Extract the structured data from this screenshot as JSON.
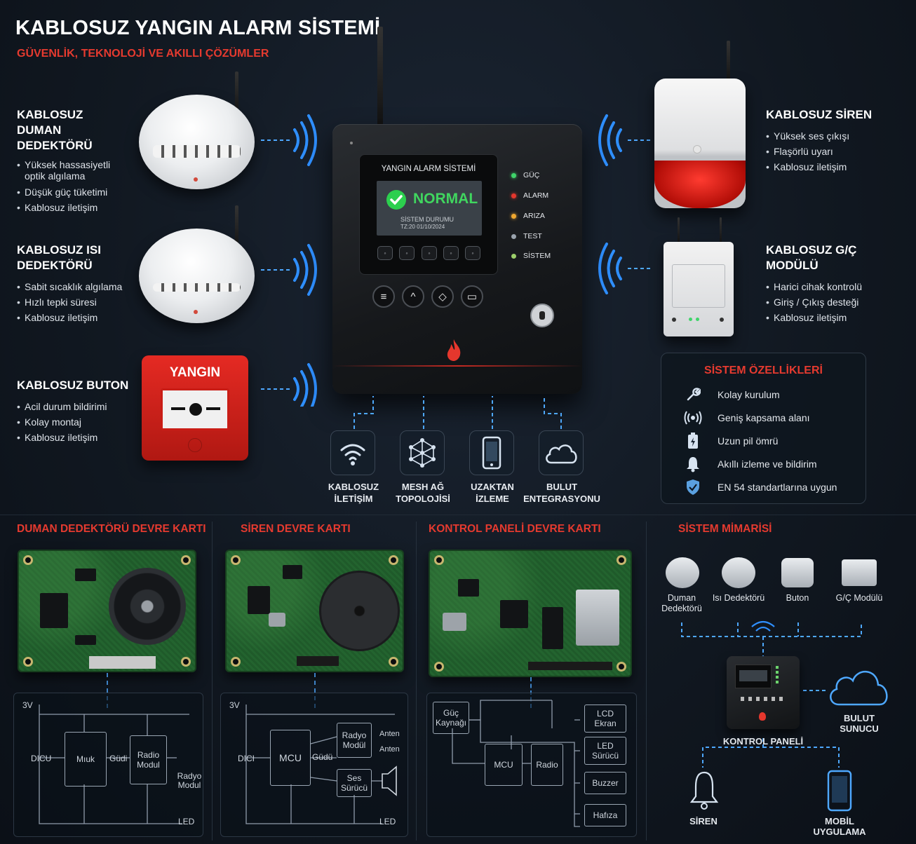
{
  "header": {
    "title": "KABLOSUZ YANGIN ALARM SİSTEMİ",
    "subtitle": "GÜVENLİK, TEKNOLOJİ VE AKILLI ÇÖZÜMLER"
  },
  "left_devices": [
    {
      "title": "KABLOSUZ DUMAN DEDEKTÖRÜ",
      "features": [
        "Yüksek hassasiyetli optik algılama",
        "Düşük güç tüketimi",
        "Kablosuz iletişim"
      ]
    },
    {
      "title": "KABLOSUZ ISI DEDEKTÖRÜ",
      "features": [
        "Sabit sıcaklık algılama",
        "Hızlı tepki süresi",
        "Kablosuz iletişim"
      ]
    },
    {
      "title": "KABLOSUZ BUTON",
      "features": [
        "Acil durum bildirimi",
        "Kolay montaj",
        "Kablosuz iletişim"
      ]
    }
  ],
  "right_devices": [
    {
      "title": "KABLOSUZ SİREN",
      "features": [
        "Yüksek ses çıkışı",
        "Flaşörlü uyarı",
        "Kablosuz iletişim"
      ]
    },
    {
      "title": "KABLOSUZ G/Ç MODÜLÜ",
      "features": [
        "Harici cihak kontrolü",
        "Giriş / Çıkış desteği",
        "Kablosuz iletişim"
      ]
    }
  ],
  "button_device": {
    "label": "YANGIN"
  },
  "panel": {
    "screen_title": "YANGIN ALARM SİSTEMİ",
    "status": "NORMAL",
    "status_sub": "SİSTEM DURUMU",
    "status_time": "TZ:20   01/10/2024",
    "leds": [
      {
        "label": "GÜÇ",
        "color": "#3fd46a"
      },
      {
        "label": "ALARM",
        "color": "#e5372d"
      },
      {
        "label": "ARIZA",
        "color": "#f0a830"
      },
      {
        "label": "TEST",
        "color": "#9aa3ad"
      },
      {
        "label": "SİSTEM",
        "color": "#9ccf6a"
      }
    ]
  },
  "features": [
    {
      "label": "KABLOSUZ İLETİŞİM",
      "icon": "wifi-icon"
    },
    {
      "label": "MESH AĞ TOPOLOJİSİ",
      "icon": "mesh-icon"
    },
    {
      "label": "UZAKTAN İZLEME",
      "icon": "phone-icon"
    },
    {
      "label": "BULUT ENTEGRASYONU",
      "icon": "cloud-icon"
    }
  ],
  "system_features": {
    "title": "SİSTEM ÖZELLİKLERİ",
    "items": [
      {
        "label": "Kolay kurulum",
        "icon": "wrench-icon"
      },
      {
        "label": "Geniş kapsama alanı",
        "icon": "signal-icon"
      },
      {
        "label": "Uzun pil ömrü",
        "icon": "battery-icon"
      },
      {
        "label": "Akıllı izleme ve bildirim",
        "icon": "bell-icon"
      },
      {
        "label": "EN 54 standartlarına uygun",
        "icon": "shield-icon"
      }
    ]
  },
  "boards": {
    "smoke": {
      "title": "DUMAN DEDEKTÖRÜ DEVRE KARTI",
      "schematic": {
        "v": "3V",
        "left": "DICU",
        "mcu": "Mıuk",
        "mid": "Güdi",
        "radio": "Radio Modul",
        "radio2": "Radyo Modul",
        "led": "LED"
      }
    },
    "siren": {
      "title": "SİREN DEVRE KARTI",
      "schematic": {
        "v": "3V",
        "left": "DICI",
        "mcu": "MCU",
        "mid": "Güdü",
        "radio": "Radyo Modül",
        "ses": "Ses Sürücü",
        "ant": "Anten",
        "ant2": "Anten",
        "led": "LED"
      }
    },
    "panel": {
      "title": "KONTROL PANELİ DEVRE KARTI",
      "schematic": {
        "power": "Güç Kaynağı",
        "mcu": "MCU",
        "radio": "Radio",
        "lcd": "LCD Ekran",
        "led": "LED Sürücü",
        "buzzer": "Buzzer",
        "memory": "Hafıza"
      }
    }
  },
  "architecture": {
    "title": "SİSTEM MİMARİSİ",
    "nodes": [
      "Duman Dedektörü",
      "Isı Dedektörü",
      "Buton",
      "G/Ç Modülü"
    ],
    "panel_label": "KONTROL PANELİ",
    "cloud_label": "BULUT SUNUCU",
    "siren_label": "SİREN",
    "mobile_label": "MOBİL UYGULAMA"
  }
}
